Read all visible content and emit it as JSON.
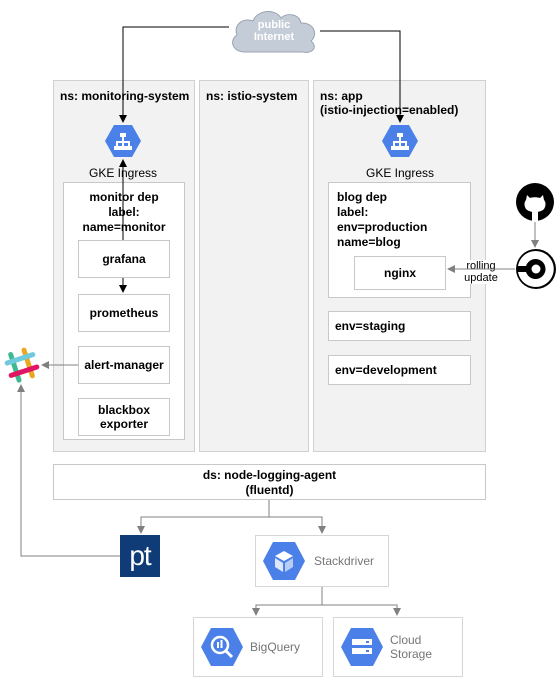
{
  "internet": {
    "label": "public\nInternet"
  },
  "namespaces": {
    "monitoring": {
      "title": "ns: monitoring-system"
    },
    "istio": {
      "title": "ns: istio-system"
    },
    "app": {
      "title": "ns: app\n(istio-injection=enabled)"
    }
  },
  "monitoring": {
    "ingress_label": "GKE Ingress",
    "dep_title": "monitor dep\nlabel:\nname=monitor",
    "pods": [
      "grafana",
      "prometheus",
      "alert-manager",
      "blackbox\nexporter"
    ]
  },
  "app": {
    "ingress_label": "GKE Ingress",
    "dep_title": "blog dep\nlabel:\nenv=production\nname=blog",
    "pod": "nginx",
    "envs": [
      "env=staging",
      "env=development"
    ]
  },
  "ci": {
    "rolling_update": "rolling\nupdate",
    "github": "github-icon",
    "circleci": "circleci-icon"
  },
  "logging": {
    "daemonset": "ds: node-logging-agent\n(fluentd)"
  },
  "papertrail": {
    "icon": "papertrail-icon",
    "text": "pt"
  },
  "slack": {
    "icon": "slack-icon"
  },
  "gcp": {
    "stackdriver": "Stackdriver",
    "bigquery": "BigQuery",
    "storage": "Cloud\nStorage"
  },
  "colors": {
    "gcp_blue": "#4a80e8",
    "papertrail": "#0f3b77",
    "cloud": "#c4ccd8"
  }
}
